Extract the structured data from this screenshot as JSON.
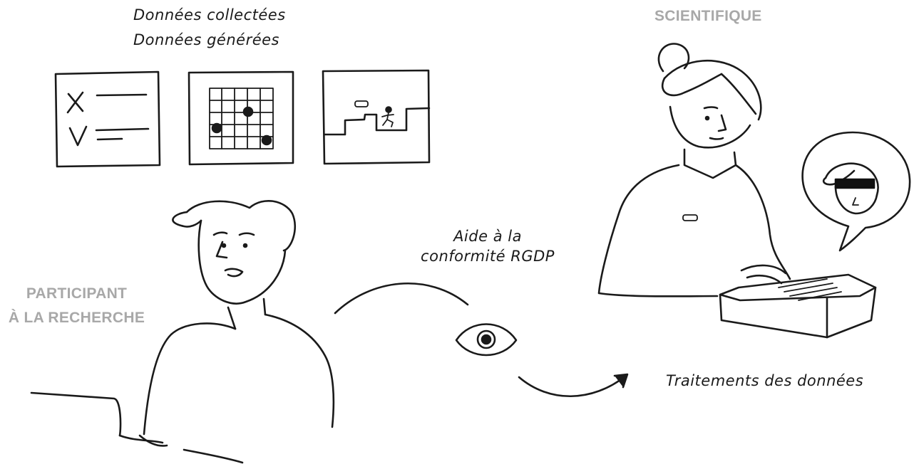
{
  "data_labels": {
    "collected": "Données collectées",
    "generated": "Données générées"
  },
  "roles": {
    "scientist": "SCIENTIFIQUE",
    "participant_line1": "PARTICIPANT",
    "participant_line2": "À LA RECHERCHE"
  },
  "flow": {
    "compliance_line1": "Aide à la",
    "compliance_line2": "conformité RGDP",
    "processing": "Traitements des données"
  },
  "icons": {
    "checklist": "checklist-icon",
    "grid": "grid-game-icon",
    "platform": "platform-game-icon",
    "eye": "eye-icon",
    "anonymized_face": "anonymized-face-icon"
  },
  "colors": {
    "ink": "#1a1a1a",
    "label_grey": "#a8a8a8"
  }
}
